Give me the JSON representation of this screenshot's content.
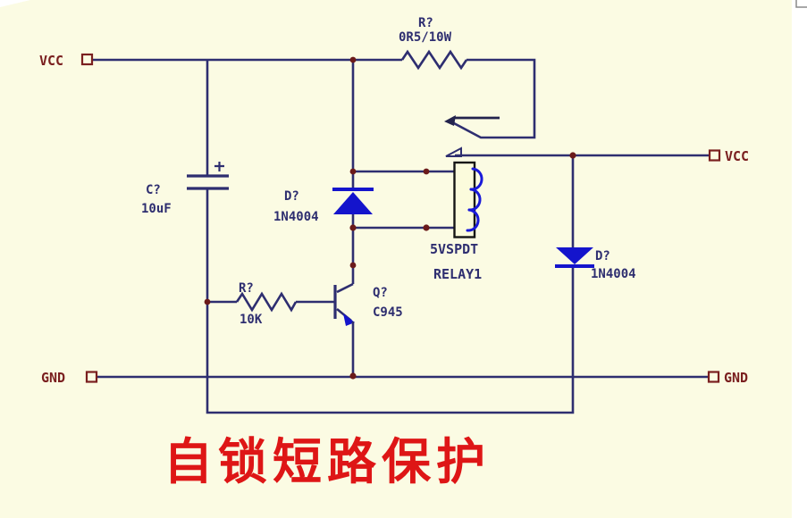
{
  "title": {
    "caption": "自锁短路保护"
  },
  "terminals": {
    "vcc_left": "VCC",
    "gnd_left": "GND",
    "vcc_right": "VCC",
    "gnd_right": "GND"
  },
  "components": {
    "r1": {
      "designator": "R?",
      "value": "0R5/10W"
    },
    "c1": {
      "designator": "C?",
      "value": "10uF"
    },
    "d1": {
      "designator": "D?",
      "value": "1N4004"
    },
    "d2": {
      "designator": "D?",
      "value": "1N4004"
    },
    "q1": {
      "designator": "Q?",
      "value": "C945"
    },
    "r2": {
      "designator": "R?",
      "value": "10K"
    },
    "relay": {
      "type": "5VSPDT",
      "name": "RELAY1"
    }
  },
  "colors": {
    "background": "#fbfbe3",
    "wire": "#2e2e70",
    "device_blue": "#1414cc",
    "coil_blue": "#1919d9",
    "junction_maroon": "#6b1a1a",
    "terminal_maroon": "#7a1f1f",
    "relay_outline": "#151515",
    "title_red": "#de1616"
  }
}
